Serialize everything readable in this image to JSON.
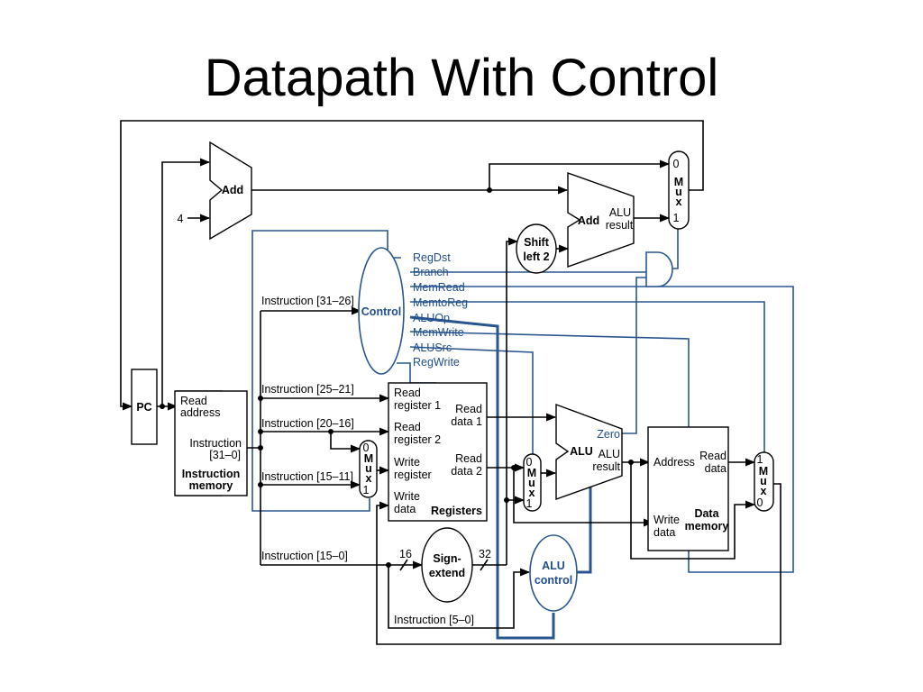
{
  "slide": {
    "title": "Datapath With Control"
  },
  "pc": {
    "label": "PC"
  },
  "pc_adder": {
    "label": "Add",
    "constant": "4"
  },
  "branch_adder": {
    "label": "Add",
    "result_line1": "ALU",
    "result_line2": "result"
  },
  "shift_left": {
    "line1": "Shift",
    "line2": "left 2"
  },
  "instruction_memory": {
    "read_addr_line1": "Read",
    "read_addr_line2": "address",
    "instr_line1": "Instruction",
    "instr_line2": "[31–0]",
    "name_line1": "Instruction",
    "name_line2": "memory"
  },
  "control_unit": {
    "label": "Control",
    "signals": [
      "RegDst",
      "Branch",
      "MemRead",
      "MemtoReg",
      "ALUOp",
      "MemWrite",
      "ALUSrc",
      "RegWrite"
    ]
  },
  "instruction_fields": {
    "f31_26": "Instruction [31–26]",
    "f25_21": "Instruction [25–21]",
    "f20_16": "Instruction [20–16]",
    "f15_11": "Instruction [15–11]",
    "f15_0": "Instruction [15–0]",
    "f5_0": "Instruction [5–0]"
  },
  "registers": {
    "rr1_a": "Read",
    "rr1_b": "register 1",
    "rr2_a": "Read",
    "rr2_b": "register 2",
    "wr_a": "Write",
    "wr_b": "register",
    "wd_a": "Write",
    "wd_b": "data",
    "rd1_a": "Read",
    "rd1_b": "data 1",
    "rd2_a": "Read",
    "rd2_b": "data 2",
    "name": "Registers"
  },
  "mux": {
    "m": "M",
    "u": "u",
    "x": "x",
    "zero": "0",
    "one": "1"
  },
  "sign_extend": {
    "line1": "Sign-",
    "line2": "extend",
    "in_bits": "16",
    "out_bits": "32"
  },
  "alu": {
    "label": "ALU",
    "zero": "Zero",
    "result_line1": "ALU",
    "result_line2": "result"
  },
  "alu_control": {
    "line1": "ALU",
    "line2": "control"
  },
  "data_memory": {
    "address": "Address",
    "read_line1": "Read",
    "read_line2": "data",
    "write_line1": "Write",
    "write_line2": "data",
    "name_line1": "Data",
    "name_line2": "memory"
  },
  "colors": {
    "control": "#2a568f",
    "datapath": "#000000",
    "control_text": "#1f4e8c"
  }
}
